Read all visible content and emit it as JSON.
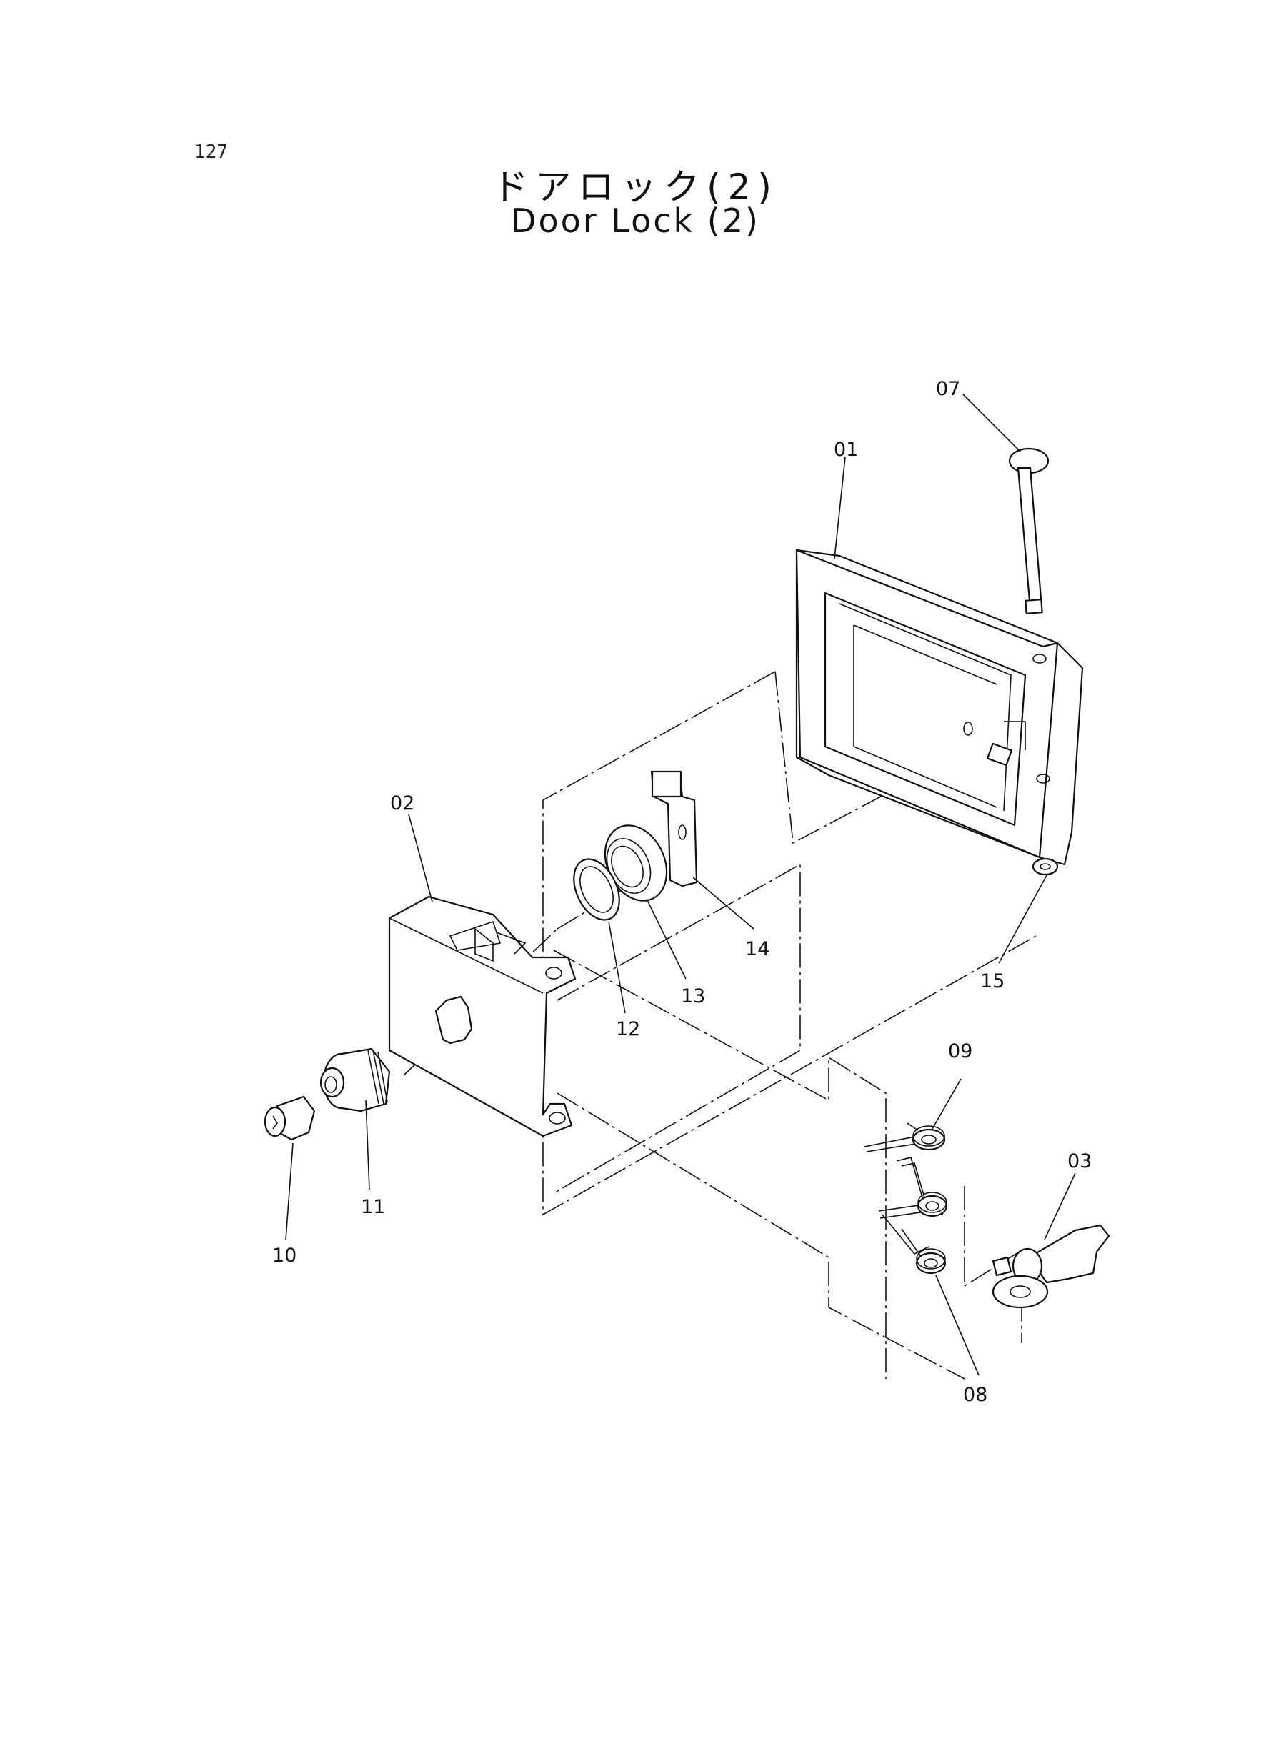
{
  "page_number": "127",
  "title_ja": "ドアロック(2)",
  "title_en": "Door Lock (2)",
  "callouts": {
    "c07": "07",
    "c01": "01",
    "c02": "02",
    "c14": "14",
    "c13": "13",
    "c12": "12",
    "c15": "15",
    "c09": "09",
    "c03": "03",
    "c11": "11",
    "c10": "10",
    "c08": "08"
  }
}
